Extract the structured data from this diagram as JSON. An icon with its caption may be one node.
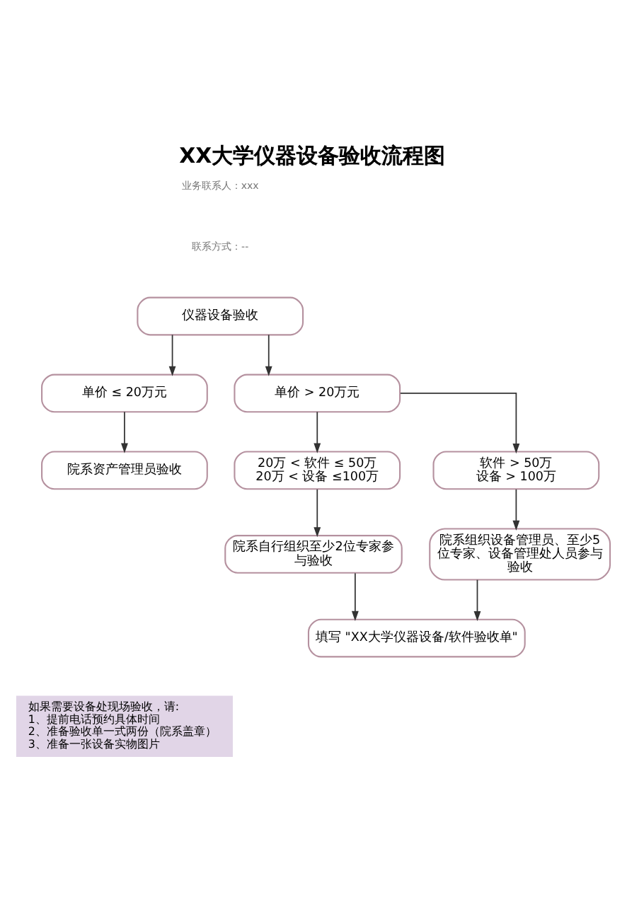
{
  "diagram": {
    "title": "XX大学仪器设备验收流程图",
    "nodes": [
      {
        "text": [
          "仪器设备验收"
        ]
      },
      {
        "text": [
          "单价 ≤ 20万元"
        ]
      },
      {
        "text": [
          "单价 > 20万元"
        ]
      },
      {
        "text": [
          "院系资产管理员验收"
        ]
      },
      {
        "text": [
          "20万 < 软件 ≤ 50万",
          "20万 < 设备 ≤100万"
        ]
      },
      {
        "text": [
          "软件 > 50万",
          "设备 > 100万"
        ]
      },
      {
        "text": [
          "院系自行组织至少2位专家参与验收"
        ]
      },
      {
        "text": [
          "院系组织设备管理员、至少5位专家、设备管理处人员参与验收"
        ]
      },
      {
        "text": [
          "填写 \"XX大学仪器设备/软件验收单\""
        ]
      },
      {
        "text": [
          "如果需要设备处现场验收，请:",
          "1、提前电话预约具体时间",
          "2、准备验收单一式两份（院系盖章）",
          "3、准备一张设备实物图片"
        ]
      }
    ],
    "edges": [
      {
        "from": 0,
        "to": 1,
        "arrow": "to"
      },
      {
        "from": 0,
        "to": 2,
        "arrow": "to"
      },
      {
        "from": 1,
        "to": 3,
        "arrow": "to"
      },
      {
        "from": 2,
        "to": 4,
        "arrow": "to"
      },
      {
        "from": 2,
        "to": 5,
        "arrow": "to"
      },
      {
        "from": 4,
        "to": 6,
        "arrow": "to"
      },
      {
        "from": 5,
        "to": 7,
        "arrow": "to"
      },
      {
        "from": 6,
        "to": 8,
        "arrow": "to"
      },
      {
        "from": 7,
        "to": 8,
        "arrow": "to"
      }
    ],
    "labels": [
      "业务联系人：xxx",
      "联系方式：--"
    ]
  }
}
